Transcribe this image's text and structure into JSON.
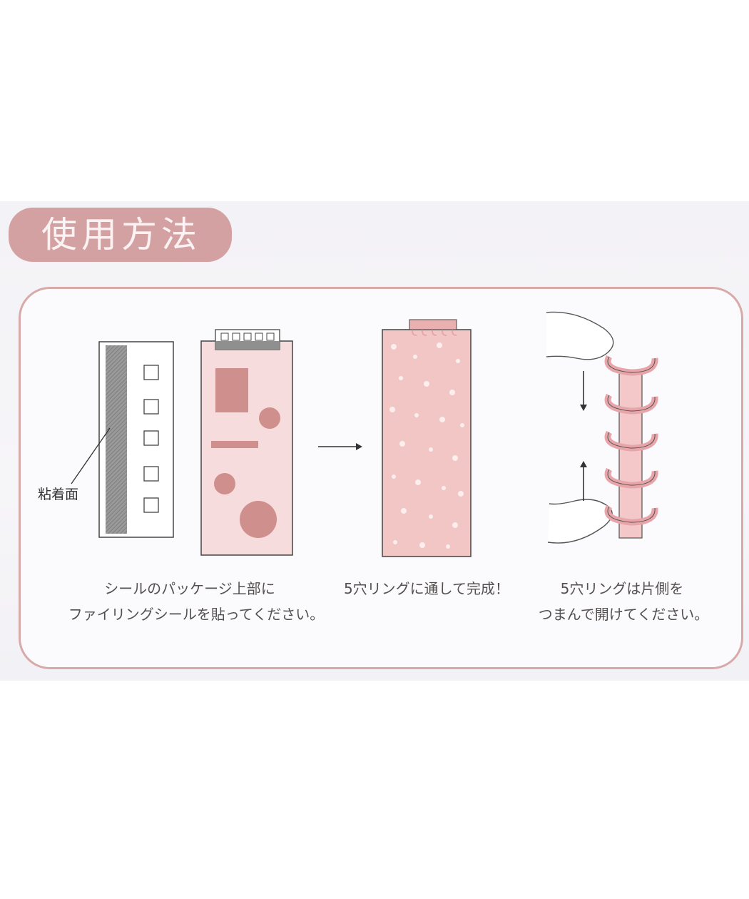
{
  "header": {
    "title": "使用方法"
  },
  "steps": [
    {
      "caption_line1": "シールのパッケージ上部に",
      "caption_line2": "ファイリングシールを貼ってください。"
    },
    {
      "caption_line1": "5穴リングに通して完成！"
    },
    {
      "caption_line1": "5穴リングは片側を",
      "caption_line2": "つまんで開けてください。"
    }
  ],
  "labels": {
    "adhesive_side": "粘着面"
  },
  "colors": {
    "accent_pink": "#d4a1a2",
    "light_pink": "#f3d3d3",
    "dot_pink": "#cf8f8d",
    "gray_strip": "#8f8f8f"
  },
  "icons": [
    "right-arrow-icon",
    "down-arrow-icon",
    "up-arrow-icon",
    "hand-icon"
  ]
}
